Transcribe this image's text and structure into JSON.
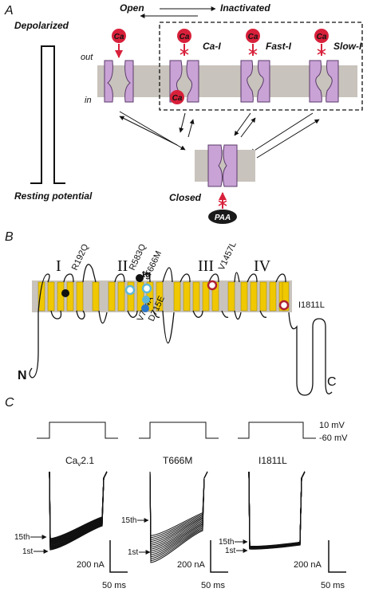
{
  "panels": {
    "a": "A",
    "b": "B",
    "c": "C"
  },
  "colors": {
    "membrane": "#c8c3bc",
    "channel": "#c9a2d6",
    "calcium": "#d8203a",
    "segment": "#f0c800",
    "paa": "#1a1a1a",
    "mut_black": "#111111",
    "mut_cyan": "#5fb7d8",
    "mut_blue": "#2b76c8",
    "mut_red": "#b02030"
  },
  "panel_a": {
    "depolarized": "Depolarized",
    "resting": "Resting potential",
    "open": "Open",
    "inactivated": "Inactivated",
    "out": "out",
    "in": "in",
    "closed": "Closed",
    "ca": "Ca",
    "paa": "PAA",
    "states": [
      "Ca-I",
      "Fast-I",
      "Slow-I"
    ]
  },
  "panel_b": {
    "domains": [
      "I",
      "II",
      "III",
      "IV"
    ],
    "mutations": {
      "r192q": "R192Q",
      "r583q": "R583Q",
      "t666m": "T666M",
      "v1457l": "V1457L",
      "i1811l": "I1811L",
      "v714a": "V714A",
      "d715e": "D715E"
    },
    "n_term": "N",
    "c_term": "C",
    "tg": "tg"
  },
  "panel_c": {
    "v_high": "10 mV",
    "v_low": "-60 mV",
    "traces": [
      {
        "label_main": "Ca",
        "label_sub": "v",
        "label_rest": "2.1",
        "first": "1st",
        "fifteenth": "15th",
        "current_scale": "200 nA",
        "time_scale": "50 ms"
      },
      {
        "label_main": "T666M",
        "first": "1st",
        "fifteenth": "15th",
        "current_scale": "200 nA",
        "time_scale": "50 ms"
      },
      {
        "label_main": "I1811L",
        "first": "1st",
        "fifteenth": "15th",
        "current_scale": "200 nA"
      }
    ],
    "time_scale_3": "50 ms"
  }
}
